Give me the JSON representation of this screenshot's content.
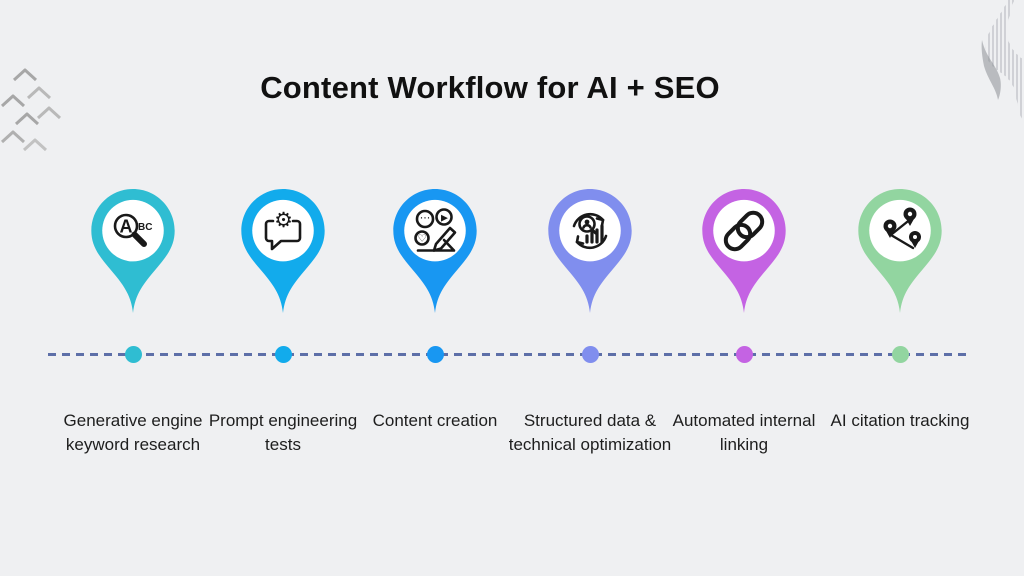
{
  "title": "Content Workflow for AI + SEO",
  "background_color": "#eff0f2",
  "timeline": {
    "style": "dashed",
    "line_color": "#5d6fa8"
  },
  "steps": [
    {
      "label": "Generative engine keyword research",
      "icon": "keyword-research-icon",
      "color": "#2fbdd2"
    },
    {
      "label": "Prompt engineering tests",
      "icon": "prompt-engineering-icon",
      "color": "#12abec"
    },
    {
      "label": "Content creation",
      "icon": "content-creation-icon",
      "color": "#1897f2"
    },
    {
      "label": "Structured data & technical optimization",
      "icon": "structured-data-icon",
      "color": "#808eee"
    },
    {
      "label": "Automated internal linking",
      "icon": "chain-link-icon",
      "color": "#c463e3"
    },
    {
      "label": "AI citation tracking",
      "icon": "route-tracking-icon",
      "color": "#92d5a0"
    }
  ],
  "decorations": {
    "top_left": "chevron-pattern",
    "top_right": "striped-wave-pattern",
    "chevron_color": "#a7a7a7",
    "stripe_color": "#b5b8be"
  }
}
